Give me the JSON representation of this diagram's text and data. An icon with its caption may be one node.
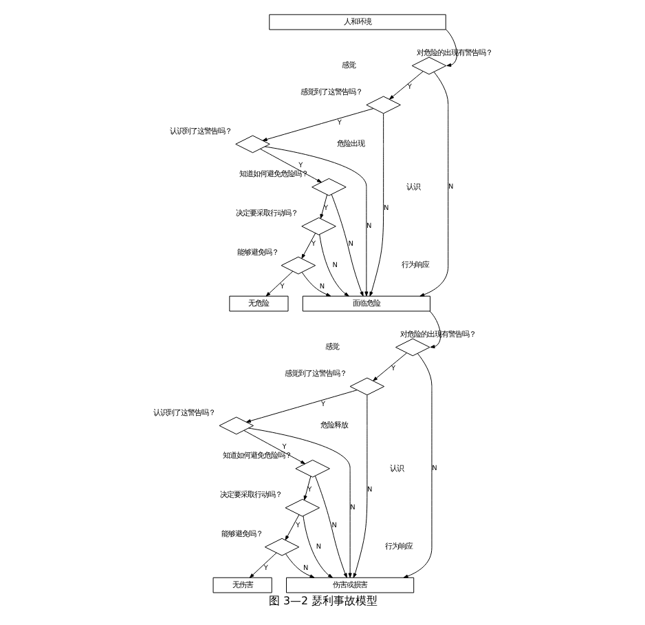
{
  "diagram": {
    "caption": "图 3—2 瑟利事故模型",
    "nodes": [
      {
        "text": [
          "人和环境"
        ]
      },
      {
        "text": [],
        "shape": "diamond",
        "beside": [
          "对危险的出现有警告吗？"
        ]
      },
      {
        "text": [],
        "shape": "diamond",
        "beside": [
          "感觉到了这警告吗？"
        ]
      },
      {
        "text": [],
        "shape": "diamond",
        "beside": [
          "认识到了这警告吗？"
        ]
      },
      {
        "text": [],
        "shape": "diamond",
        "beside": [
          "知道如何避免危险吗？"
        ]
      },
      {
        "text": [],
        "shape": "diamond",
        "beside": [
          "决定要采取行动吗？"
        ]
      },
      {
        "text": [],
        "shape": "diamond",
        "beside": [
          "能够避免吗？"
        ]
      },
      {
        "text": [
          "无危险"
        ]
      },
      {
        "text": [
          "面临危险"
        ]
      },
      {
        "text": [],
        "shape": "diamond",
        "beside": [
          "对危险的出现有警告吗？"
        ]
      },
      {
        "text": [],
        "shape": "diamond",
        "beside": [
          "感觉到了这警告吗？"
        ]
      },
      {
        "text": [],
        "shape": "diamond",
        "beside": [
          "认识到了这警告吗？"
        ]
      },
      {
        "text": [],
        "shape": "diamond",
        "beside": [
          "知道如何避免危险吗？"
        ]
      },
      {
        "text": [],
        "shape": "diamond",
        "beside": [
          "决定要采取行动吗？"
        ]
      },
      {
        "text": [],
        "shape": "diamond",
        "beside": [
          "能够避免吗？"
        ]
      },
      {
        "text": [
          "无伤害"
        ]
      },
      {
        "text": [
          "伤害或损害"
        ]
      }
    ],
    "edges": [
      {
        "from": 0,
        "to": 1,
        "arrow": "to"
      },
      {
        "from": 1,
        "to": 2,
        "arrow": "to",
        "label": "Y"
      },
      {
        "from": 1,
        "to": 8,
        "arrow": "to",
        "label": "N"
      },
      {
        "from": 2,
        "to": 3,
        "arrow": "to",
        "label": "Y"
      },
      {
        "from": 2,
        "to": 8,
        "arrow": "to",
        "label": "N"
      },
      {
        "from": 3,
        "to": 4,
        "arrow": "to",
        "label": "Y"
      },
      {
        "from": 3,
        "to": 8,
        "arrow": "to",
        "label": "N"
      },
      {
        "from": 4,
        "to": 5,
        "arrow": "to",
        "label": "Y"
      },
      {
        "from": 4,
        "to": 8,
        "arrow": "to",
        "label": "N"
      },
      {
        "from": 5,
        "to": 6,
        "arrow": "to",
        "label": "Y"
      },
      {
        "from": 5,
        "to": 8,
        "arrow": "to",
        "label": "N"
      },
      {
        "from": 6,
        "to": 7,
        "arrow": "to",
        "label": "Y"
      },
      {
        "from": 6,
        "to": 8,
        "arrow": "to",
        "label": "N"
      },
      {
        "from": 8,
        "to": 9,
        "arrow": "to"
      },
      {
        "from": 9,
        "to": 10,
        "arrow": "to",
        "label": "Y"
      },
      {
        "from": 9,
        "to": 16,
        "arrow": "to",
        "label": "N"
      },
      {
        "from": 10,
        "to": 11,
        "arrow": "to",
        "label": "Y"
      },
      {
        "from": 10,
        "to": 16,
        "arrow": "to",
        "label": "N"
      },
      {
        "from": 11,
        "to": 12,
        "arrow": "to",
        "label": "Y"
      },
      {
        "from": 11,
        "to": 16,
        "arrow": "to",
        "label": "N"
      },
      {
        "from": 12,
        "to": 13,
        "arrow": "to",
        "label": "Y"
      },
      {
        "from": 12,
        "to": 16,
        "arrow": "to",
        "label": "N"
      },
      {
        "from": 13,
        "to": 14,
        "arrow": "to",
        "label": "Y"
      },
      {
        "from": 13,
        "to": 16,
        "arrow": "to",
        "label": "N"
      },
      {
        "from": 14,
        "to": 15,
        "arrow": "to",
        "label": "Y"
      },
      {
        "from": 14,
        "to": 16,
        "arrow": "to",
        "label": "N"
      }
    ],
    "labels": [
      "感觉",
      "认识",
      "行为响应",
      "危险出现",
      "感觉",
      "认识",
      "行为响应",
      "危险释放"
    ]
  }
}
